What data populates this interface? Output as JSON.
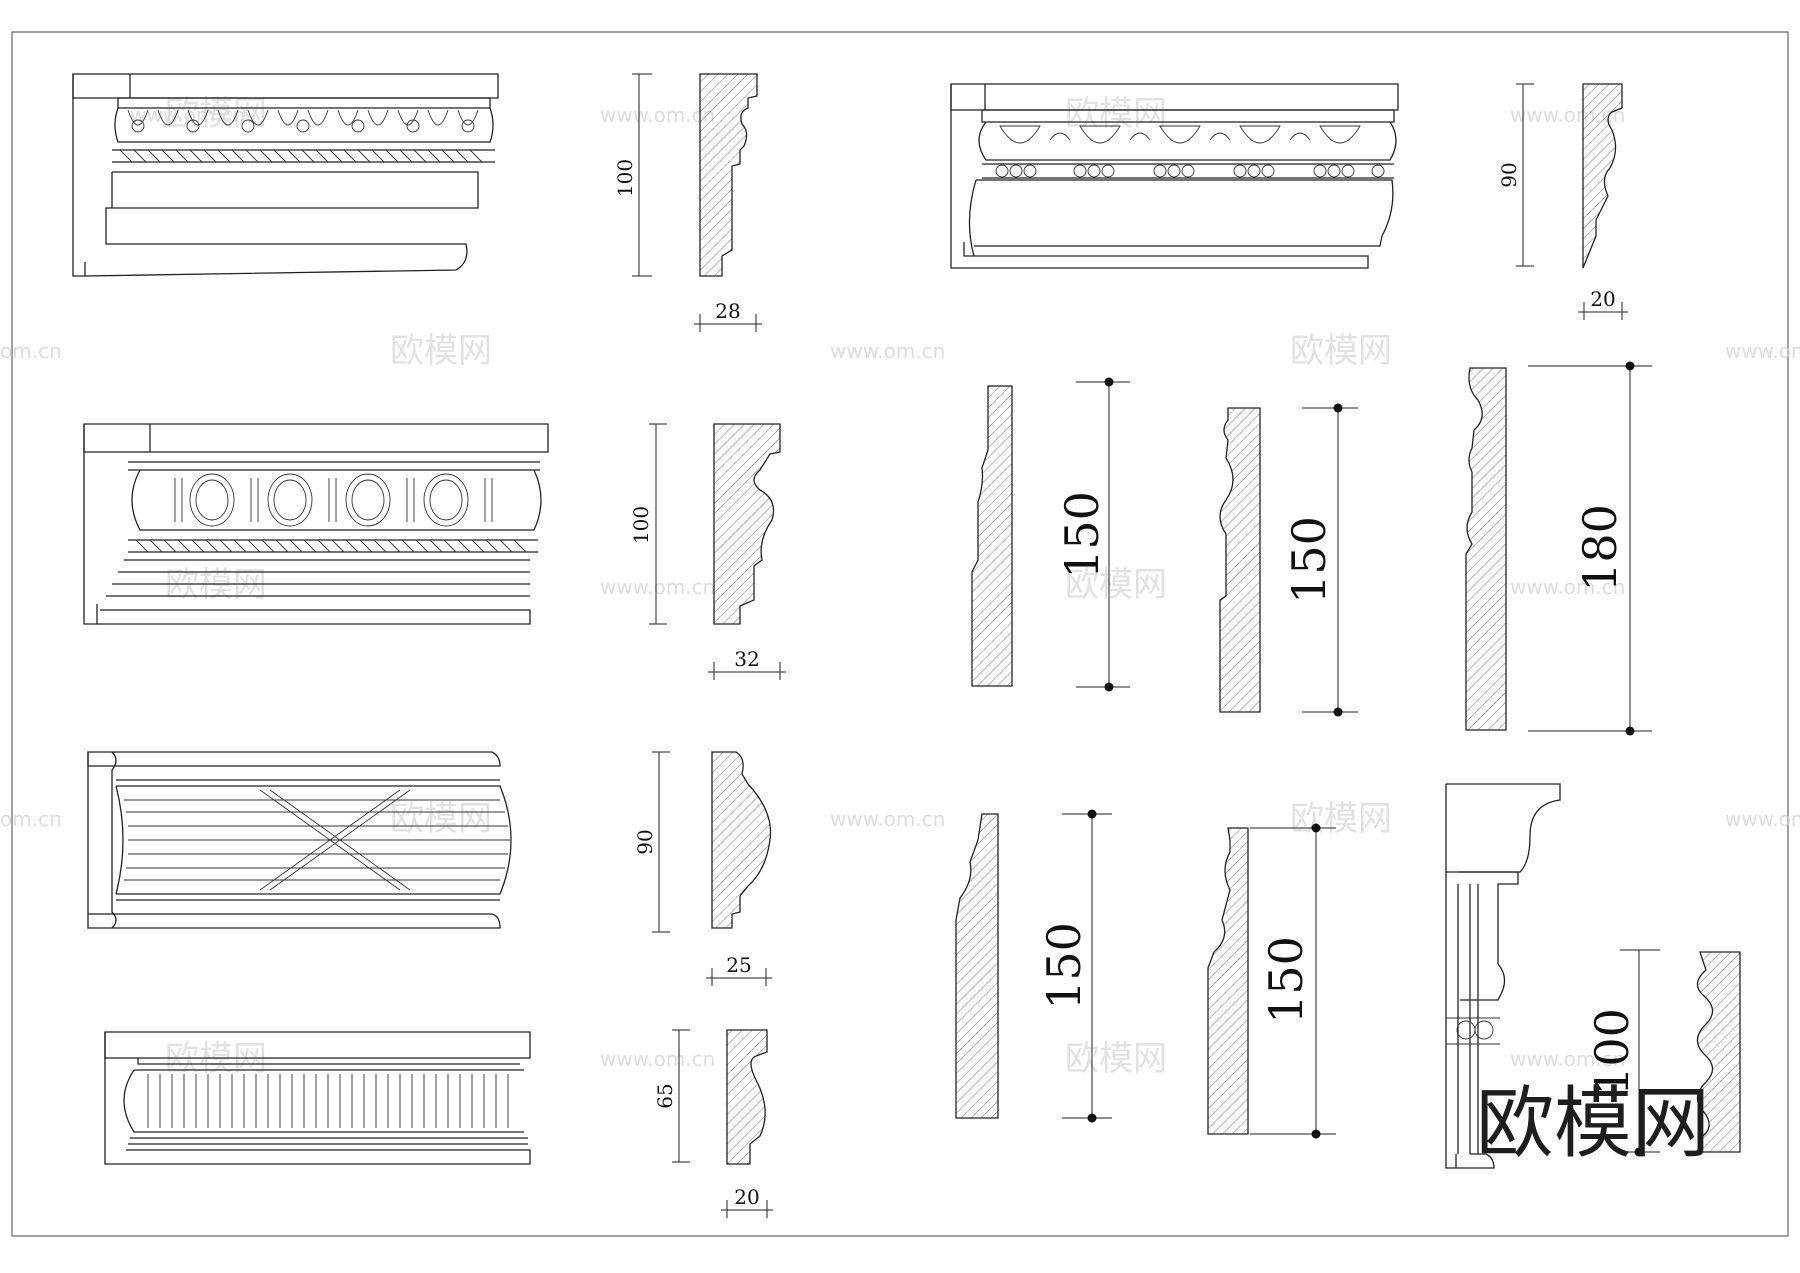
{
  "sheet": {
    "dims": {
      "m1_height": "100",
      "m1_depth": "28",
      "m2_height": "100",
      "m2_depth": "32",
      "m3_height": "90",
      "m3_depth": "25",
      "m4_height": "65",
      "m4_depth": "20",
      "m5_height": "90",
      "m5_depth": "20",
      "b1_height": "150",
      "b2_height": "150",
      "b3_height": "180",
      "b4_height": "150",
      "b5_height": "150",
      "c1_height": "100"
    },
    "watermark_url": "www.om.cn",
    "watermark_url_edge": "om.cn",
    "watermark_cn": "欧模网",
    "brand": "欧模网"
  }
}
